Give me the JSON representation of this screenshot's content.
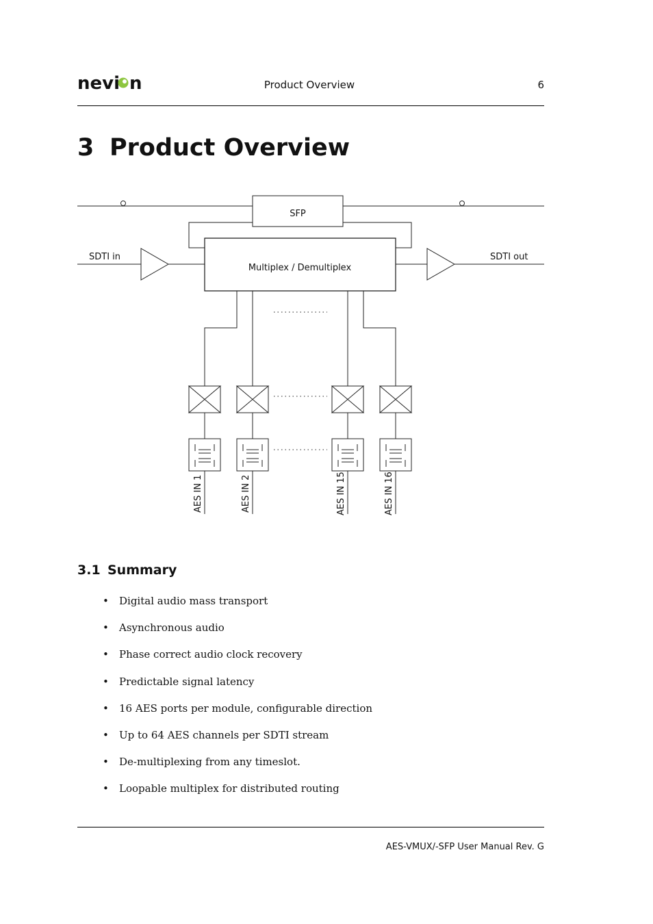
{
  "header": {
    "logo_text": "nevion",
    "title": "Product Overview",
    "page_number": "6"
  },
  "chapter": {
    "number": "3",
    "title": "Product Overview"
  },
  "diagram": {
    "sfp_label": "SFP",
    "mux_label": "Multiplex / Demultiplex",
    "input_label": "SDTI in",
    "output_label": "SDTI out",
    "ports": [
      "AES IN 1",
      "AES IN 2",
      "AES IN 15",
      "AES IN 16"
    ]
  },
  "section": {
    "number": "3.1",
    "title": "Summary",
    "bullets": [
      "Digital audio mass transport",
      "Asynchronous audio",
      "Phase correct audio clock recovery",
      "Predictable signal latency",
      "16 AES ports per module, configurable direction",
      "Up to 64 AES channels per SDTI stream",
      "De-multiplexing from any timeslot.",
      "Loopable multiplex for distributed routing"
    ]
  },
  "footer": {
    "text": "AES-VMUX/-SFP User Manual Rev. G"
  },
  "colors": {
    "logo_accent": "#8dc63f",
    "logo_text": "#1a1a1a"
  }
}
